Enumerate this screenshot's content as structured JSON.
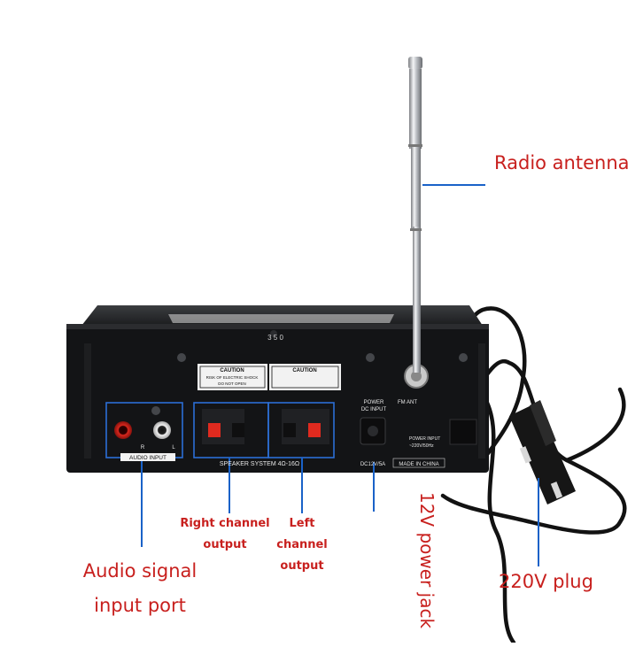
{
  "callouts": {
    "radio_antenna": "Radio antenna",
    "plug_220v": "220V plug",
    "audio_input": {
      "line1": "Audio signal",
      "line2": "input port"
    },
    "right_output": {
      "line1": "Right channel",
      "line2": "output"
    },
    "left_output": {
      "line1": "Left channel",
      "line2": "output"
    },
    "power_jack": "12V power jack"
  },
  "panel": {
    "caution_left": "CAUTION",
    "caution_left_line1": "RISK OF ELECTRIC SHOCK",
    "caution_left_line2": "DO NOT OPEN",
    "caution_right": "CAUTION",
    "audio_input": "AUDIO INPUT",
    "input_r": "R",
    "input_l": "L",
    "speaker_system": "SPEAKER SYSTEM 4Ω-16Ω",
    "power_dc_line1": "POWER",
    "power_dc_line2": "DC INPUT",
    "fm_ant": "FM ANT",
    "power_input_line1": "POWER INPUT",
    "power_input_line2": "~220V/50Hz",
    "dc_rating": "DC12V/5A",
    "made_in": "MADE IN CHINA",
    "top_model": "3 5 0"
  },
  "colors": {
    "callout_line": "#1a62c8",
    "label_text": "#c8201e",
    "chassis": "#121314",
    "highlight_box": "#2c6fd6"
  }
}
